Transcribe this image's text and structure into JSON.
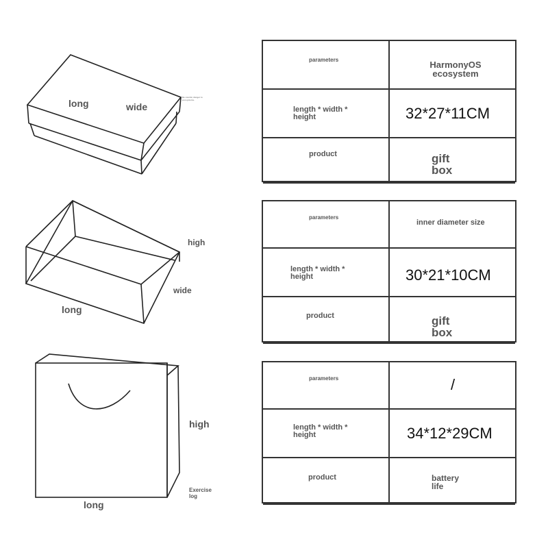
{
  "boxes": [
    {
      "labels": {
        "long": "long",
        "wide": "wide"
      },
      "note": "Be careful, danger to ecosystems."
    },
    {
      "labels": {
        "high": "high",
        "wide": "wide",
        "long": "long"
      }
    },
    {
      "labels": {
        "high": "high",
        "long": "long",
        "note": "Exercise log"
      }
    }
  ],
  "tables": [
    {
      "rows": [
        {
          "label": "parameters",
          "value": "HarmonyOS ecosystem"
        },
        {
          "label": "length * width * height",
          "value": "32*27*11CM"
        },
        {
          "label": "product",
          "value": "gift box"
        }
      ]
    },
    {
      "rows": [
        {
          "label": "parameters",
          "value": "inner diameter size"
        },
        {
          "label": "length * width * height",
          "value": "30*21*10CM"
        },
        {
          "label": "product",
          "value": "gift box"
        }
      ]
    },
    {
      "rows": [
        {
          "label": "parameters",
          "value": "/"
        },
        {
          "label": "length * width * height",
          "value": "34*12*29CM"
        },
        {
          "label": "product",
          "value": "battery life"
        }
      ]
    }
  ]
}
